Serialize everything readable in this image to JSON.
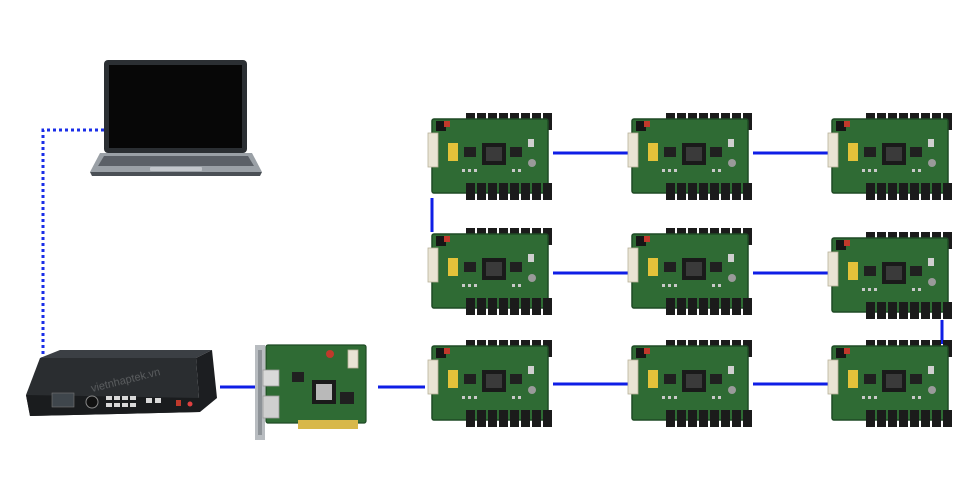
{
  "diagram": {
    "devices": [
      {
        "id": "laptop",
        "icon": "laptop-icon"
      },
      {
        "id": "video-processor",
        "icon": "video-processor-icon"
      },
      {
        "id": "sending-card",
        "icon": "sending-card-icon"
      }
    ],
    "receiving_cards": {
      "icon": "receiving-card-icon",
      "rows": 3,
      "cols": 3
    },
    "watermark": "vietnhaptek.vn",
    "colors": {
      "cable": "#0f1ee6",
      "dotted_link": "#1a2ee8",
      "pcb_green": "#2f6b34",
      "pcb_dark": "#1f4a25",
      "connector_black": "#1a1a1a",
      "chassis": "#2a2d30"
    }
  }
}
